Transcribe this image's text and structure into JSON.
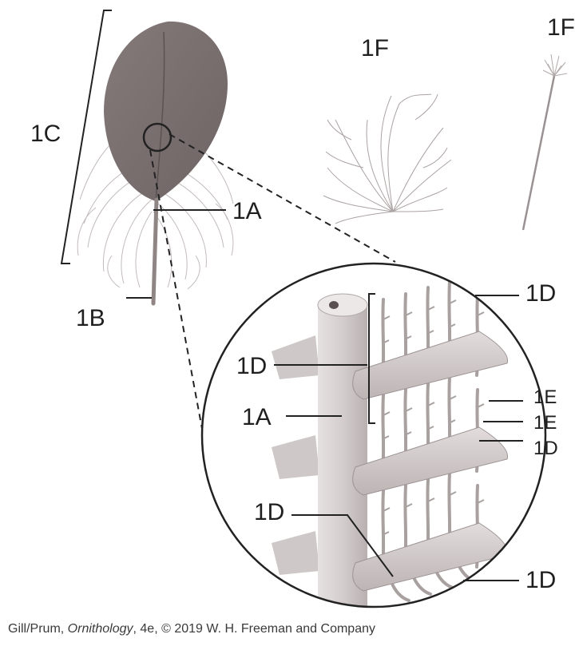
{
  "labels": {
    "vane": "1C",
    "rachis": "1A",
    "calamus": "1B",
    "downy_feather": "1F",
    "filoplume": "1F",
    "zoom_rachis": "1A",
    "barbules_top": "1D",
    "barb_bracket": "1D",
    "hook_upper": "1E",
    "hook_lower": "1E",
    "barbule_right": "1D",
    "barb_lower": "1D",
    "barbules_bottom": "1D"
  },
  "caption": {
    "prefix": "Gill/Prum, ",
    "title": "Ornithology",
    "suffix": ", 4e, © 2019 W. H. Freeman and Company"
  },
  "colors": {
    "vane_fill": "#7a6f6f",
    "down": "#b9b0b0",
    "rachis_zoom": "#d8d2d2",
    "line": "#222222"
  }
}
